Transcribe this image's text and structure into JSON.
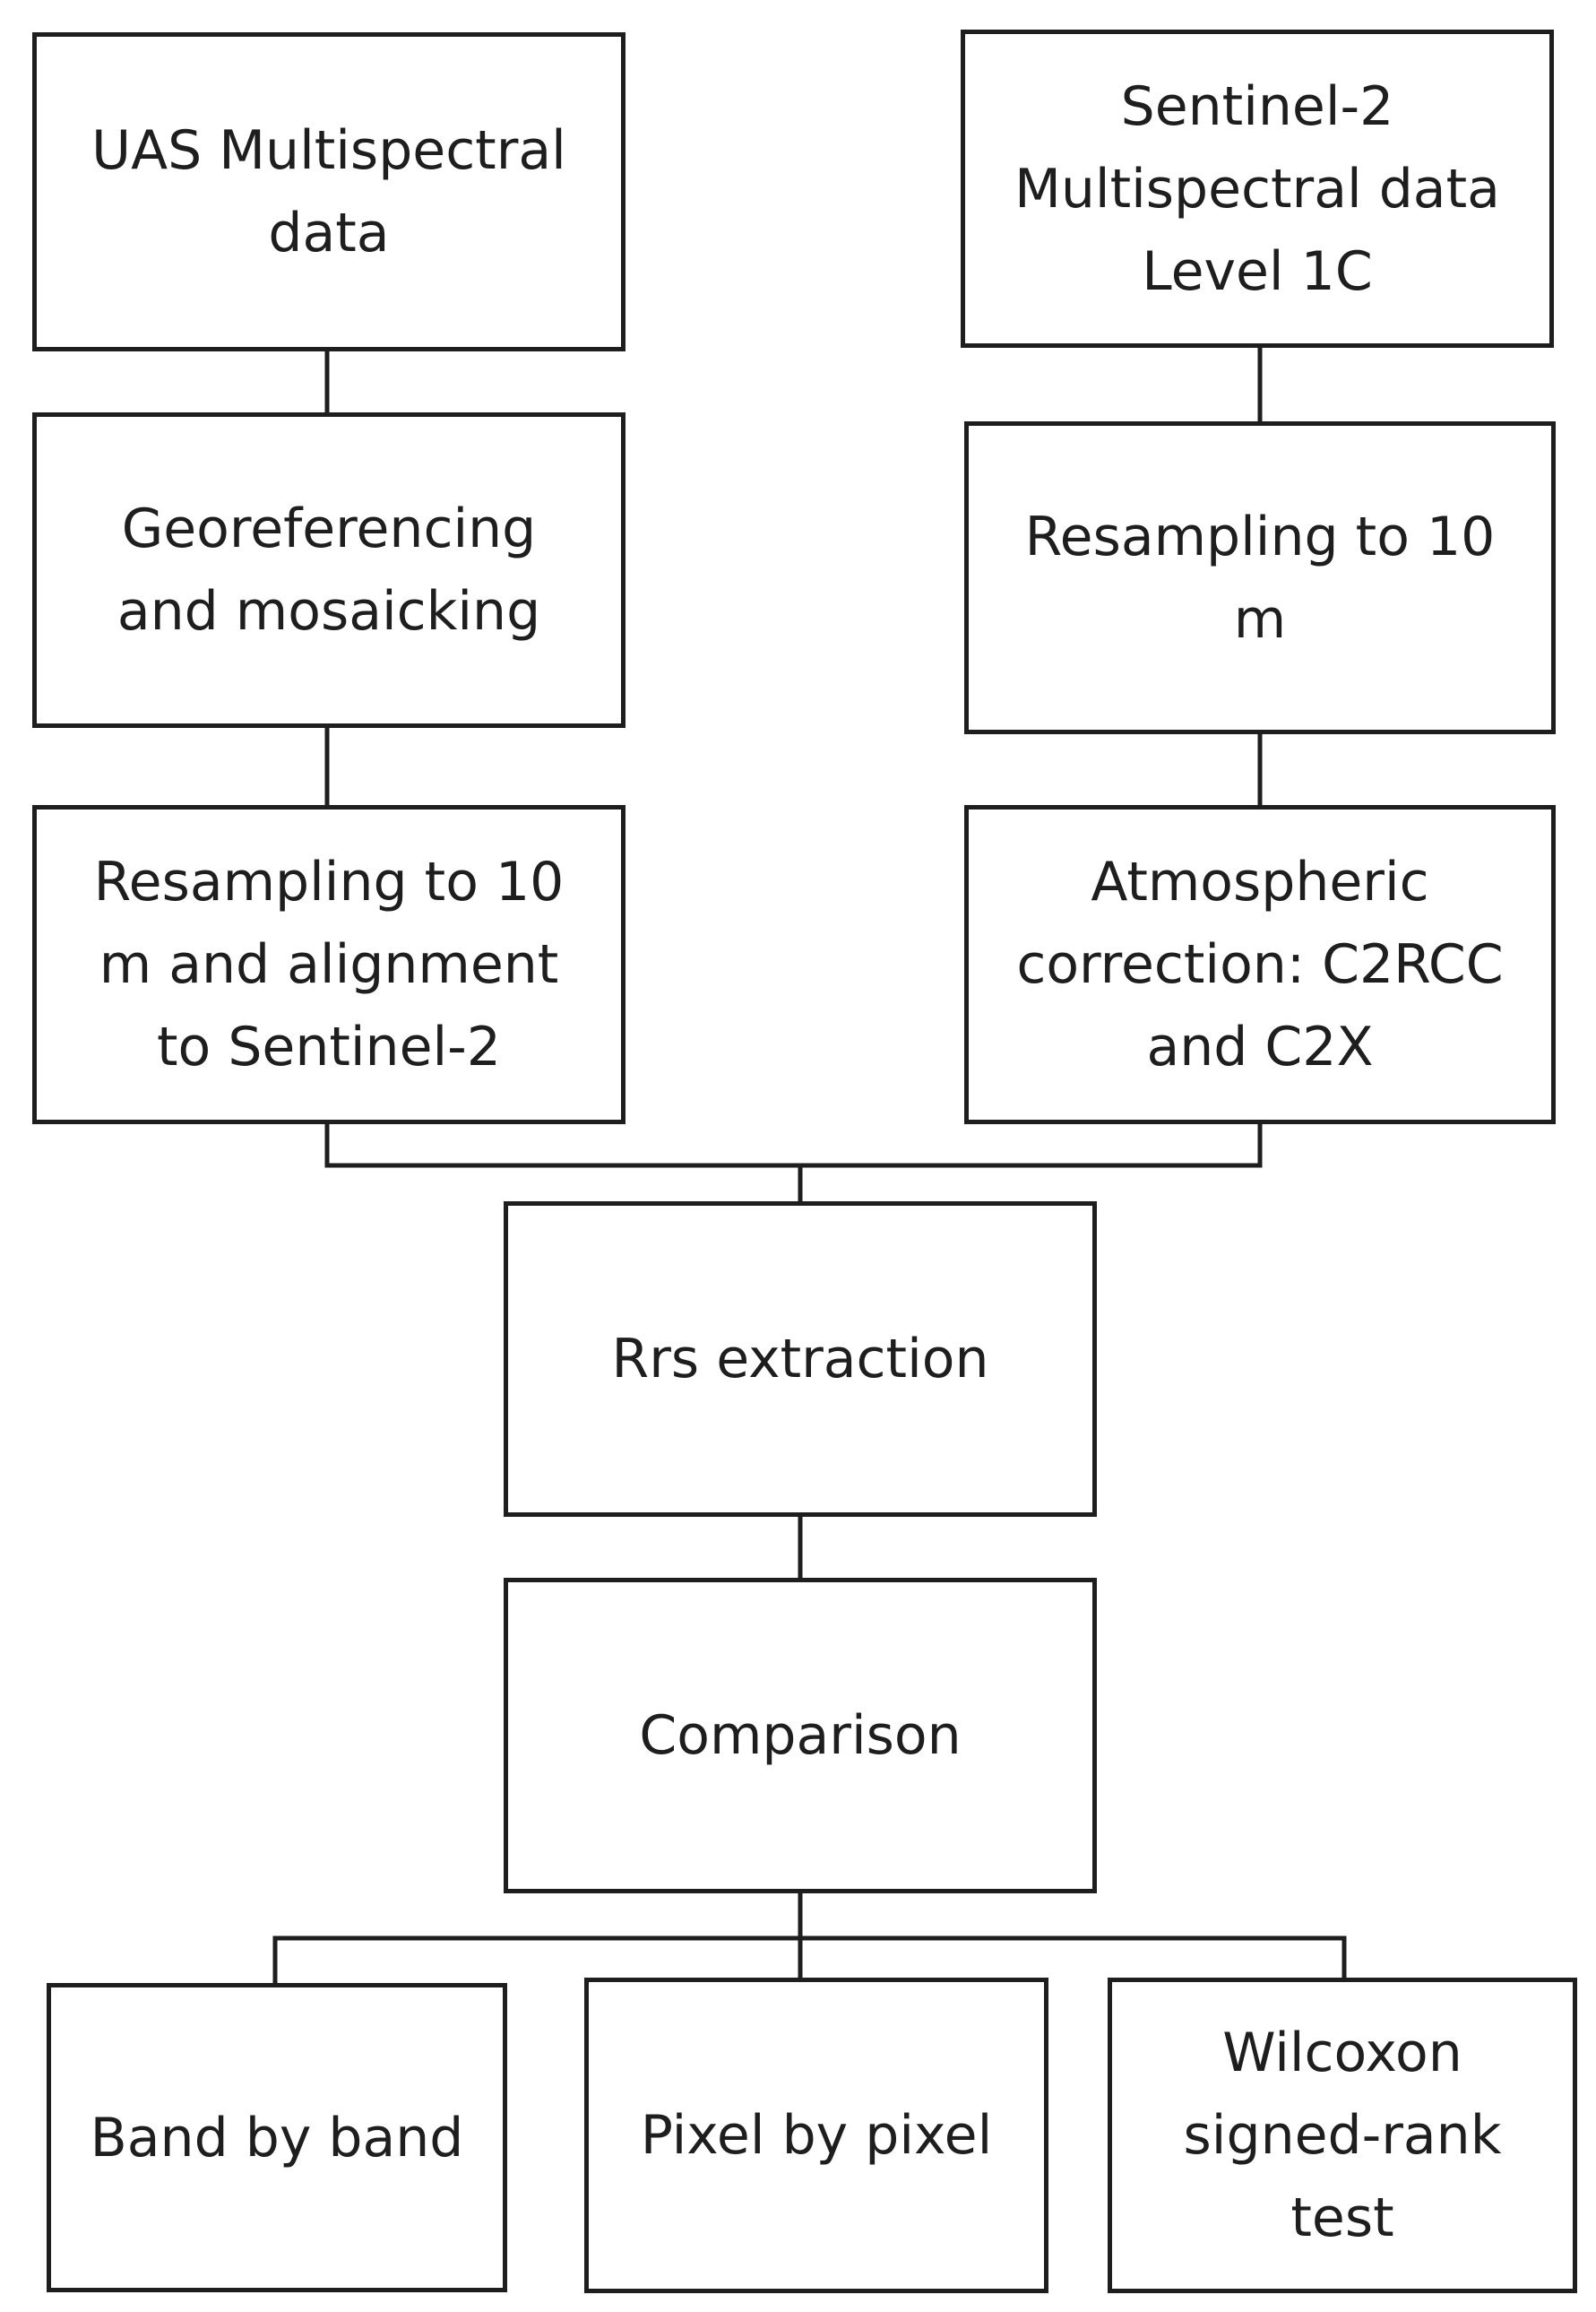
{
  "colors": {
    "stroke": "#1e1e1e",
    "background": "#ffffff",
    "text": "#1e1e1e"
  },
  "nodes": {
    "uas_data": {
      "lines": [
        "UAS Multispectral",
        "data"
      ]
    },
    "georeferencing": {
      "lines": [
        "Georeferencing",
        "and mosaicking"
      ]
    },
    "resampling_uas": {
      "lines": [
        "Resampling to 10",
        "m and alignment",
        "to Sentinel-2"
      ]
    },
    "sentinel_data": {
      "lines": [
        "Sentinel-2",
        "Multispectral data",
        "Level 1C"
      ]
    },
    "resampling_s2": {
      "lines": [
        "Resampling to 10",
        "m"
      ]
    },
    "atmospheric": {
      "lines": [
        "Atmospheric",
        "correction: C2RCC",
        "and C2X"
      ]
    },
    "rrs_extraction": {
      "lines": [
        "Rrs extraction"
      ]
    },
    "comparison": {
      "lines": [
        "Comparison"
      ]
    },
    "band_by_band": {
      "lines": [
        "Band by band"
      ]
    },
    "pixel_by_pixel": {
      "lines": [
        "Pixel by pixel"
      ]
    },
    "wilcoxon": {
      "lines": [
        "Wilcoxon",
        "signed-rank",
        "test"
      ]
    }
  },
  "edges": [
    {
      "from": "uas_data",
      "to": "georeferencing"
    },
    {
      "from": "georeferencing",
      "to": "resampling_uas"
    },
    {
      "from": "sentinel_data",
      "to": "resampling_s2"
    },
    {
      "from": "resampling_s2",
      "to": "atmospheric"
    },
    {
      "from": "resampling_uas",
      "to": "rrs_extraction"
    },
    {
      "from": "atmospheric",
      "to": "rrs_extraction"
    },
    {
      "from": "rrs_extraction",
      "to": "comparison"
    },
    {
      "from": "comparison",
      "to": "band_by_band"
    },
    {
      "from": "comparison",
      "to": "pixel_by_pixel"
    },
    {
      "from": "comparison",
      "to": "wilcoxon"
    }
  ]
}
